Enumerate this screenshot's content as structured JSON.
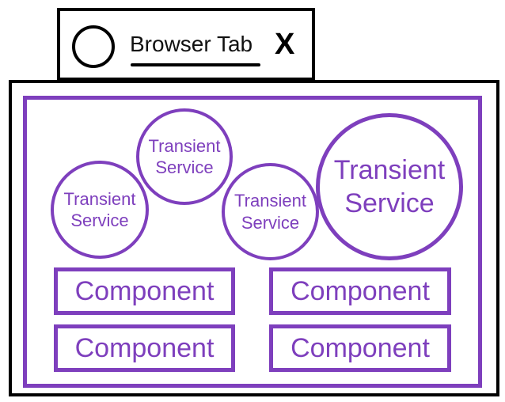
{
  "colors": {
    "accent": "#7e3fbd",
    "outline": "#000000"
  },
  "tab": {
    "title": "Browser Tab",
    "close_label": "X"
  },
  "services": [
    {
      "line1": "Transient",
      "line2": "Service"
    },
    {
      "line1": "Transient",
      "line2": "Service"
    },
    {
      "line1": "Transient",
      "line2": "Service"
    },
    {
      "line1": "Transient",
      "line2": "Service"
    }
  ],
  "components": [
    {
      "label": "Component"
    },
    {
      "label": "Component"
    },
    {
      "label": "Component"
    },
    {
      "label": "Component"
    }
  ]
}
